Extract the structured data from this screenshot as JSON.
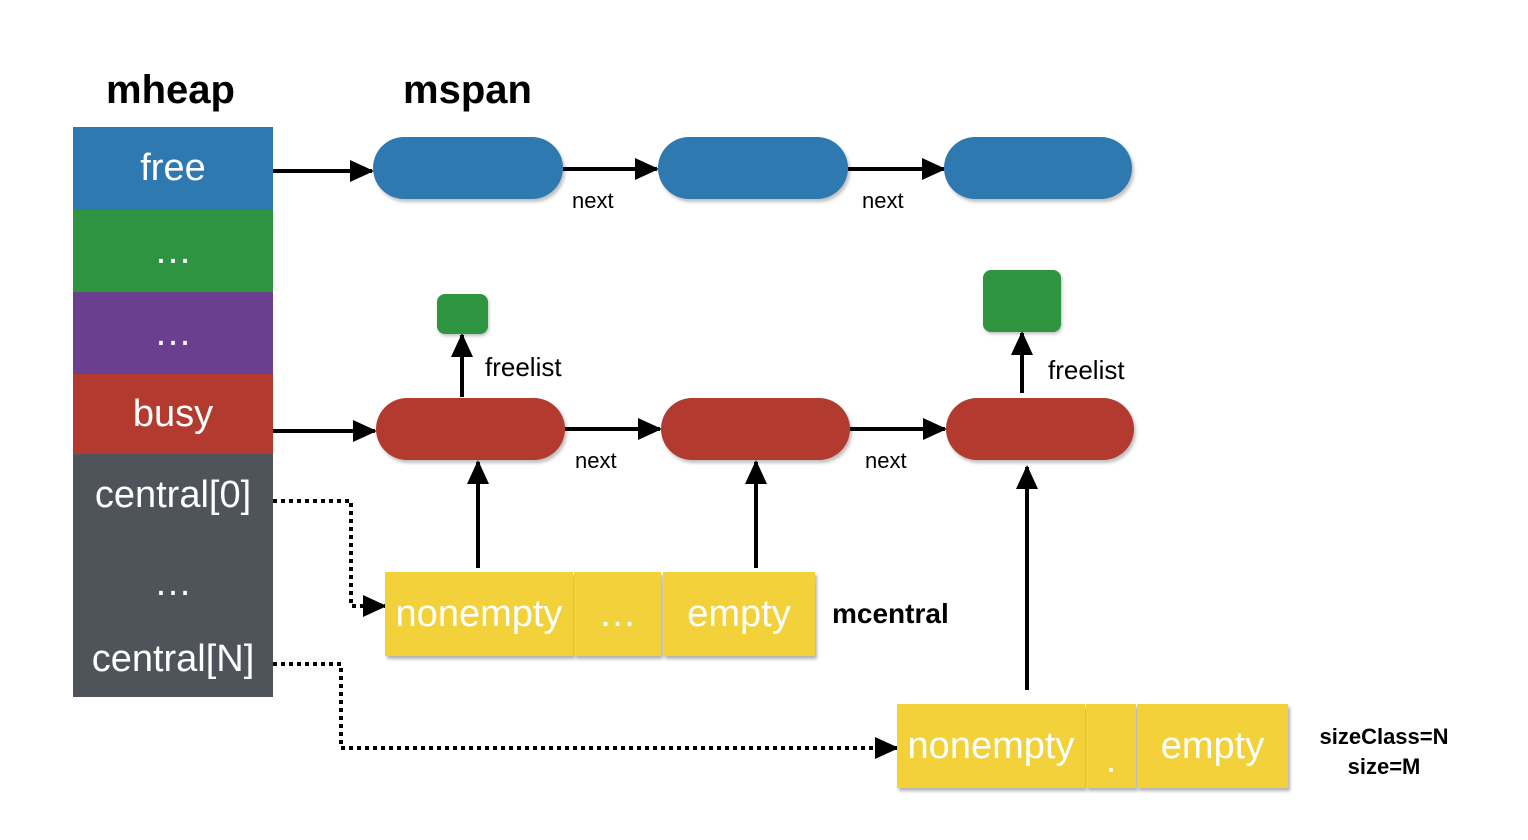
{
  "titles": {
    "mheap": "mheap",
    "mspan": "mspan"
  },
  "mheap": {
    "free": "free",
    "dots1": "…",
    "dots2": "…",
    "busy": "busy",
    "central0": "central[0]",
    "dots3": "…",
    "centralN": "central[N]"
  },
  "labels": {
    "next": "next",
    "freelist": "freelist"
  },
  "mcentral1": {
    "nonempty": "nonempty",
    "dots": "…",
    "empty": "empty",
    "name": "mcentral"
  },
  "mcentral2": {
    "nonempty": "nonempty",
    "dot": ".",
    "empty": "empty",
    "sizeclass": "sizeClass=N",
    "size": "size=M"
  },
  "colors": {
    "free": "#2f79b1",
    "green": "#2e9440",
    "purple": "#6b3f90",
    "busy": "#b23a2e",
    "central": "#4f535a",
    "mcentral": "#f2d13a"
  }
}
